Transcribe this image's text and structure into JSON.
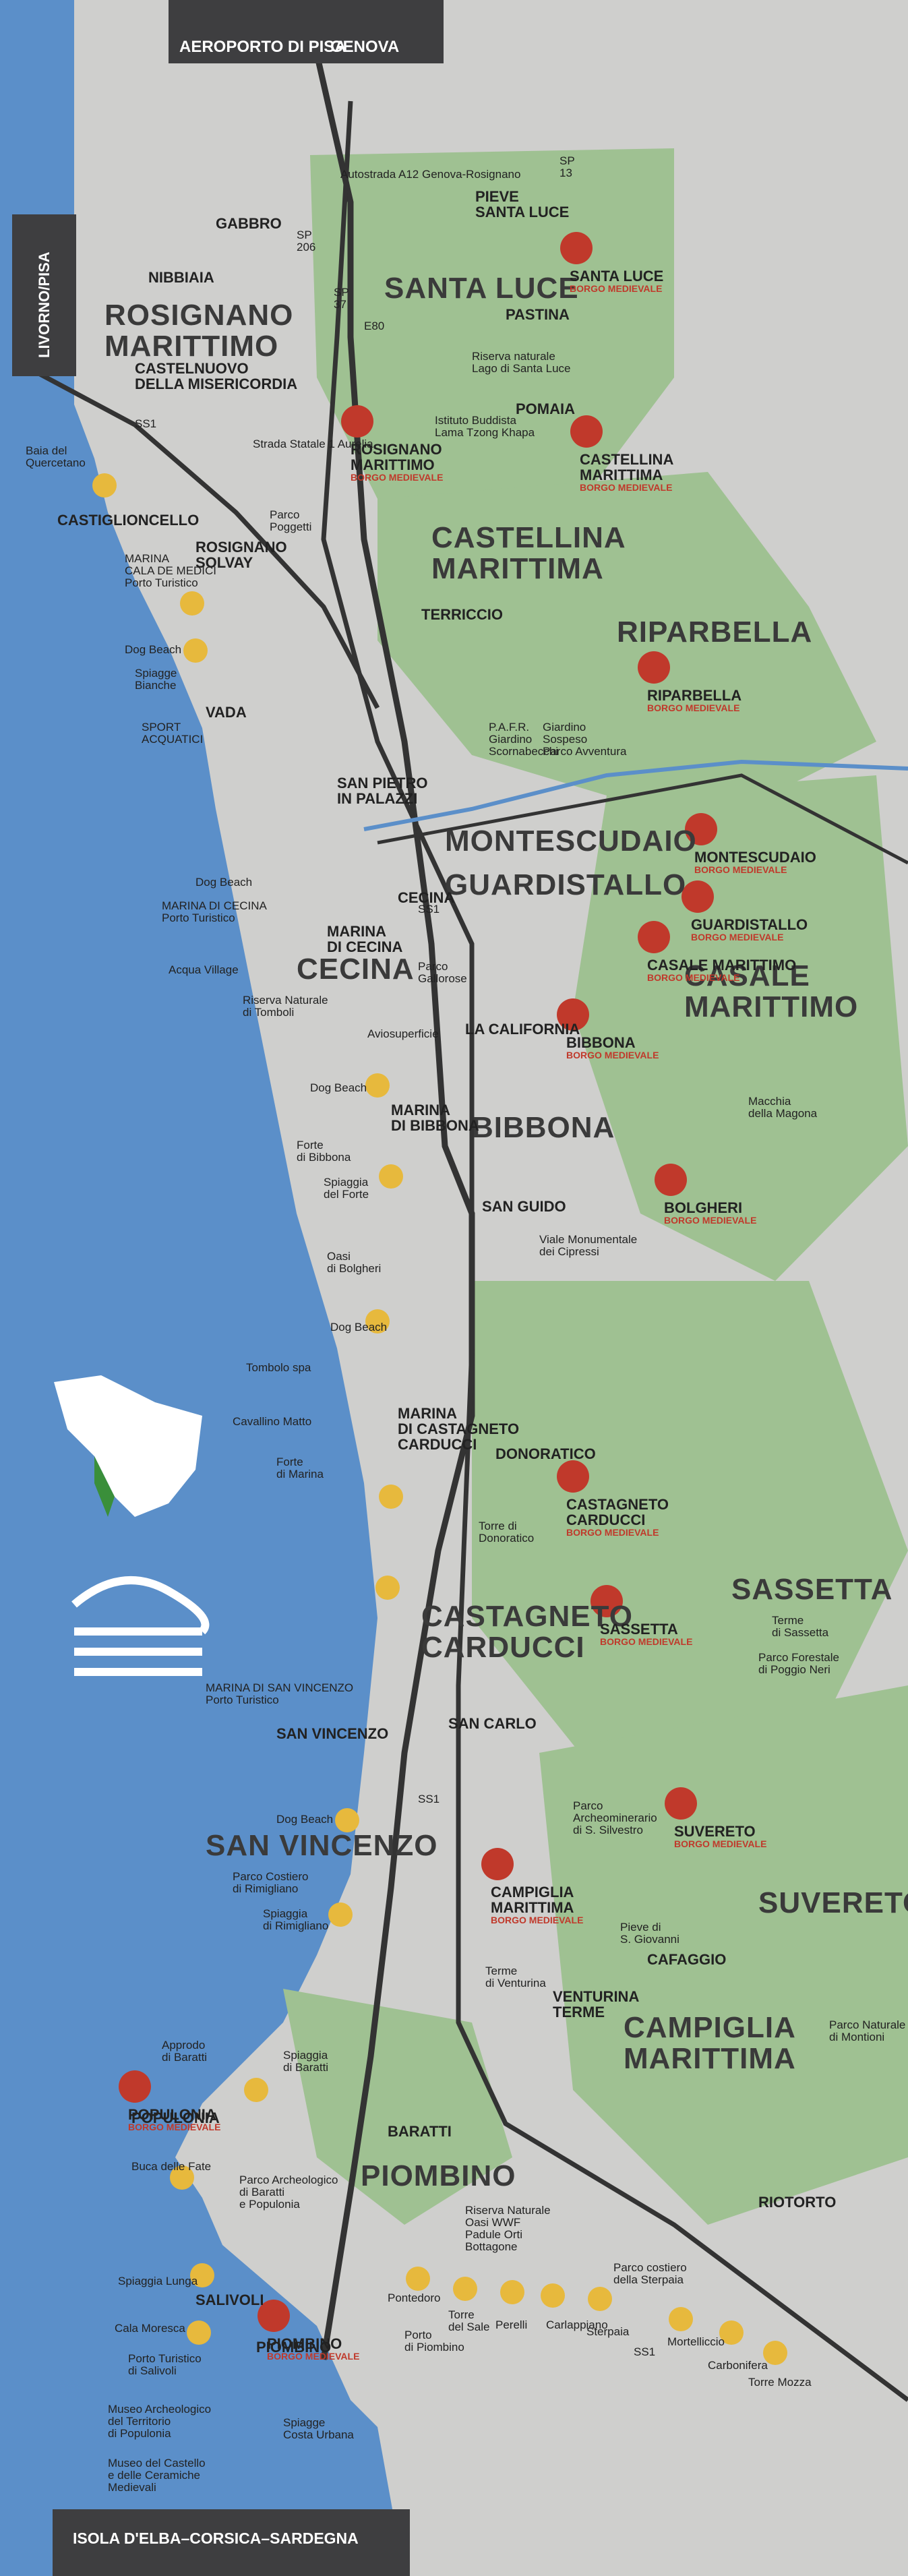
{
  "top_bar": {
    "airport": "AEROPORTO DI PISA",
    "genova": "GENOVA"
  },
  "side_bar": {
    "label": "LIVORNO/PISA"
  },
  "bottom_bar": {
    "label": "ISOLA D'ELBA–CORSICA–SARDEGNA"
  },
  "regions": [
    {
      "name": "ROSIGNANO\nMARITTIMO"
    },
    {
      "name": "SANTA LUCE"
    },
    {
      "name": "CASTELLINA\nMARITTIMA"
    },
    {
      "name": "RIPARBELLA"
    },
    {
      "name": "MONTESCUDAIO"
    },
    {
      "name": "GUARDISTALLO"
    },
    {
      "name": "CASALE\nMARITTIMO"
    },
    {
      "name": "CECINA"
    },
    {
      "name": "BIBBONA"
    },
    {
      "name": "CASTAGNETO\nCARDUCCI"
    },
    {
      "name": "SASSETTA"
    },
    {
      "name": "SAN VINCENZO"
    },
    {
      "name": "SUVERETO"
    },
    {
      "name": "CAMPIGLIA\nMARITTIMA"
    },
    {
      "name": "PIOMBINO"
    }
  ],
  "places": [
    {
      "name": "GABBRO"
    },
    {
      "name": "NIBBIAIA"
    },
    {
      "name": "CASTELNUOVO\nDELLA MISERICORDIA"
    },
    {
      "name": "PIEVE\nSANTA LUCE"
    },
    {
      "name": "PASTINA"
    },
    {
      "name": "POMAIA"
    },
    {
      "name": "CASTIGLIONCELLO"
    },
    {
      "name": "ROSIGNANO\nSOLVAY"
    },
    {
      "name": "VADA"
    },
    {
      "name": "TERRICCIO"
    },
    {
      "name": "SAN PIETRO\nIN PALAZZI"
    },
    {
      "name": "CECINA"
    },
    {
      "name": "MARINA\nDI CECINA"
    },
    {
      "name": "LA CALIFORNIA"
    },
    {
      "name": "MARINA\nDI BIBBONA"
    },
    {
      "name": "SAN GUIDO"
    },
    {
      "name": "MARINA\nDI CASTAGNETO\nCARDUCCI"
    },
    {
      "name": "DONORATICO"
    },
    {
      "name": "SAN CARLO"
    },
    {
      "name": "SAN VINCENZO"
    },
    {
      "name": "VENTURINA\nTERME"
    },
    {
      "name": "CAFAGGIO"
    },
    {
      "name": "BARATTI"
    },
    {
      "name": "POPULONIA"
    },
    {
      "name": "SALIVOLI"
    },
    {
      "name": "PIOMBINO"
    },
    {
      "name": "RIOTORTO"
    }
  ],
  "borghi": [
    {
      "name": "SANTA LUCE",
      "tag": "BORGO MEDIEVALE"
    },
    {
      "name": "ROSIGNANO\nMARITTIMO",
      "tag": "BORGO MEDIEVALE"
    },
    {
      "name": "CASTELLINA\nMARITTIMA",
      "tag": "BORGO MEDIEVALE"
    },
    {
      "name": "RIPARBELLA",
      "tag": "BORGO MEDIEVALE"
    },
    {
      "name": "MONTESCUDAIO",
      "tag": "BORGO MEDIEVALE"
    },
    {
      "name": "GUARDISTALLO",
      "tag": "BORGO MEDIEVALE"
    },
    {
      "name": "CASALE MARITTIMO",
      "tag": "BORGO MEDIEVALE"
    },
    {
      "name": "BIBBONA",
      "tag": "BORGO MEDIEVALE"
    },
    {
      "name": "BOLGHERI",
      "tag": "BORGO MEDIEVALE"
    },
    {
      "name": "CASTAGNETO\nCARDUCCI",
      "tag": "BORGO MEDIEVALE"
    },
    {
      "name": "SASSETTA",
      "tag": "BORGO MEDIEVALE"
    },
    {
      "name": "SUVERETO",
      "tag": "BORGO MEDIEVALE"
    },
    {
      "name": "CAMPIGLIA\nMARITTIMA",
      "tag": "BORGO MEDIEVALE"
    },
    {
      "name": "POPULONIA",
      "tag": "BORGO MEDIEVALE"
    },
    {
      "name": "PIOMBINO",
      "tag": "BORGO MEDIEVALE"
    }
  ],
  "pois": [
    {
      "name": "Baia del\nQuercetano"
    },
    {
      "name": "MARINA\nCALA DE MEDICI\nPorto Turistico"
    },
    {
      "name": "Dog Beach"
    },
    {
      "name": "Spiagge\nBianche"
    },
    {
      "name": "SPORT\nACQUATICI"
    },
    {
      "name": "Parco\nPoggetti"
    },
    {
      "name": "Riserva naturale\nLago di Santa Luce"
    },
    {
      "name": "Istituto Buddista\nLama Tzong Khapa"
    },
    {
      "name": "P.A.F.R.\nGiardino\nScornabecchi"
    },
    {
      "name": "Giardino\nSospeso\nParco Avventura"
    },
    {
      "name": "Dog Beach"
    },
    {
      "name": "MARINA DI CECINA\nPorto Turistico"
    },
    {
      "name": "Acqua Village"
    },
    {
      "name": "Riserva Naturale\ndi Tomboli"
    },
    {
      "name": "Parco\nGallorose"
    },
    {
      "name": "Aviosuperficie"
    },
    {
      "name": "Dog Beach"
    },
    {
      "name": "Forte\ndi Bibbona"
    },
    {
      "name": "Spiaggia\ndel Forte"
    },
    {
      "name": "Oasi\ndi Bolgheri"
    },
    {
      "name": "Macchia\ndella Magona"
    },
    {
      "name": "Viale Monumentale\ndei Cipressi"
    },
    {
      "name": "Dog Beach"
    },
    {
      "name": "Tombolo spa"
    },
    {
      "name": "Cavallino Matto"
    },
    {
      "name": "Forte\ndi Marina"
    },
    {
      "name": "Torre di\nDonoratico"
    },
    {
      "name": "Terme\ndi Sassetta"
    },
    {
      "name": "Parco Forestale\ndi Poggio Neri"
    },
    {
      "name": "MARINA DI SAN VINCENZO\nPorto Turistico"
    },
    {
      "name": "Dog Beach"
    },
    {
      "name": "Parco Costiero\ndi Rimigliano"
    },
    {
      "name": "Spiaggia\ndi Rimigliano"
    },
    {
      "name": "Parco\nArcheominerario\ndi S. Silvestro"
    },
    {
      "name": "Pieve di\nS. Giovanni"
    },
    {
      "name": "Terme\ndi Venturina"
    },
    {
      "name": "Parco Naturale\ndi Montioni"
    },
    {
      "name": "Approdo\ndi Baratti"
    },
    {
      "name": "Spiaggia\ndi Baratti"
    },
    {
      "name": "Buca delle Fate"
    },
    {
      "name": "Parco Archeologico\ndi Baratti\ne Populonia"
    },
    {
      "name": "Riserva Naturale\nOasi WWF\nPadule Orti\nBottagone"
    },
    {
      "name": "Parco costiero\ndella Sterpaia"
    },
    {
      "name": "Spiaggia Lunga"
    },
    {
      "name": "Cala Moresca"
    },
    {
      "name": "Porto Turistico\ndi Salivoli"
    },
    {
      "name": "Museo Archeologico\ndel Territorio\ndi Populonia"
    },
    {
      "name": "Museo del Castello\ne delle Ceramiche\nMedievali"
    },
    {
      "name": "Spiagge\nCosta Urbana"
    },
    {
      "name": "Pontedoro"
    },
    {
      "name": "Porto\ndi Piombino"
    },
    {
      "name": "Torre\ndel Sale"
    },
    {
      "name": "Perelli"
    },
    {
      "name": "Carlappiano"
    },
    {
      "name": "Sterpaia"
    },
    {
      "name": "Mortelliccio"
    },
    {
      "name": "Carbonifera"
    },
    {
      "name": "Torre Mozza"
    }
  ],
  "roads": [
    {
      "name": "SS1"
    },
    {
      "name": "SS1"
    },
    {
      "name": "SS1"
    },
    {
      "name": "SS1"
    },
    {
      "name": "E80"
    },
    {
      "name": "SP\n206"
    },
    {
      "name": "SP\n37"
    },
    {
      "name": "SP\n13"
    },
    {
      "name": "Strada Statale 1 Aurelia"
    },
    {
      "name": "Autostrada A12 Genova-Rosignano"
    }
  ],
  "colors": {
    "sea": "#5b8fc9",
    "land": "#cfcfcd",
    "hills": "#9fc192",
    "borgo": "#c0392b",
    "beach_marker": "#e7b93d",
    "dark_bar": "#3e3e40"
  }
}
